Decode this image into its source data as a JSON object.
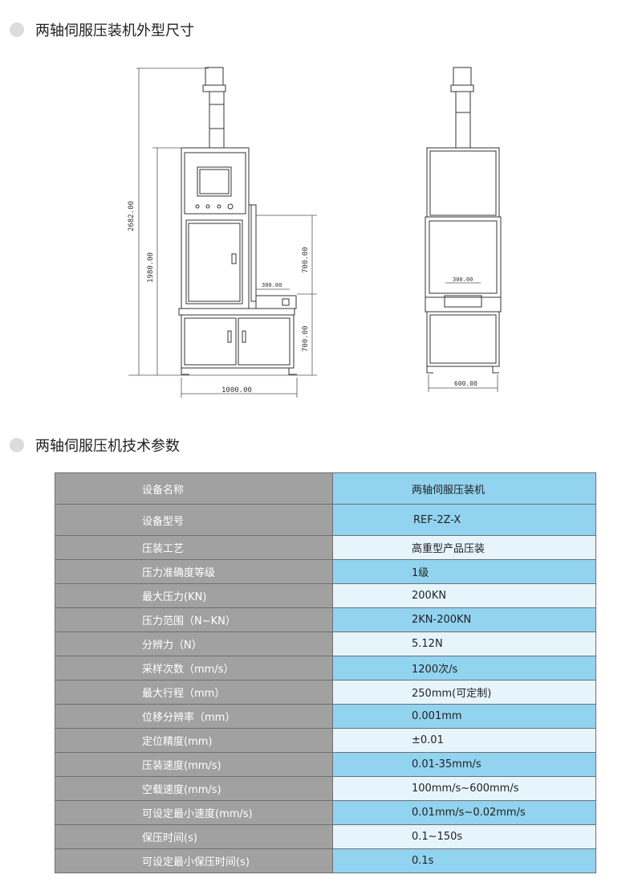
{
  "section1": {
    "title": "两轴伺服压装机外型尺寸"
  },
  "drawing_front": {
    "dims": {
      "total_height": "2682.00",
      "frame_height": "1980.00",
      "upper_700": "700.00",
      "lower_700": "700.00",
      "width": "1000.00",
      "stroke": "300.00"
    }
  },
  "drawing_side": {
    "dims": {
      "stroke": "300.00",
      "width": "600.00"
    }
  },
  "section2": {
    "title": "两轴伺服压机技术参数"
  },
  "specs": [
    {
      "label": "设备名称",
      "value": "两轴伺服压装机"
    },
    {
      "label": "设备型号",
      "value": "REF-2Z-X"
    },
    {
      "label": "压装工艺",
      "value": "高重型产品压装"
    },
    {
      "label": "压力准确度等级",
      "value": "1级"
    },
    {
      "label": "最大压力(KN)",
      "value": "200KN"
    },
    {
      "label": "压力范围（N~KN）",
      "value": "2KN-200KN"
    },
    {
      "label": "分辨力（N）",
      "value": "5.12N"
    },
    {
      "label": "采样次数（mm/s）",
      "value": "1200次/s"
    },
    {
      "label": "最大行程（mm）",
      "value": "250mm(可定制)"
    },
    {
      "label": "位移分辨率（mm）",
      "value": "0.001mm"
    },
    {
      "label": "定位精度(mm)",
      "value": "±0.01"
    },
    {
      "label": "压装速度(mm/s)",
      "value": "0.01-35mm/s"
    },
    {
      "label": "空载速度(mm/s)",
      "value": "100mm/s~600mm/s"
    },
    {
      "label": "可设定最小速度(mm/s)",
      "value": "0.01mm/s~0.02mm/s"
    },
    {
      "label": "保压时间(s)",
      "value": "0.1~150s"
    },
    {
      "label": "可设定最小保压时间(s)",
      "value": "0.1s"
    }
  ]
}
